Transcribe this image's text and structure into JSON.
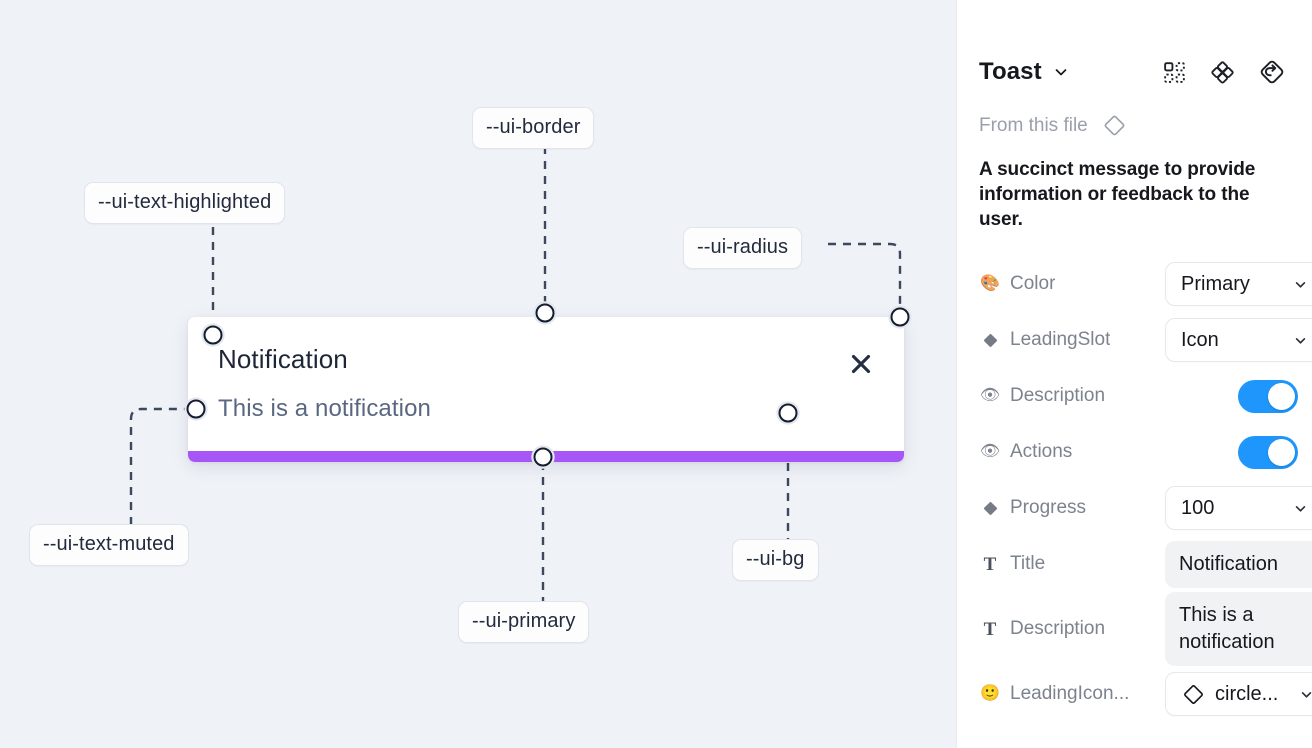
{
  "canvas": {
    "background_color": "#eff2f7",
    "tokens": [
      {
        "name": "ui-text-highlighted",
        "label": "--ui-text-highlighted"
      },
      {
        "name": "ui-border",
        "label": "--ui-border"
      },
      {
        "name": "ui-radius",
        "label": "--ui-radius"
      },
      {
        "name": "ui-text-muted",
        "label": "--ui-text-muted"
      },
      {
        "name": "ui-primary",
        "label": "--ui-primary"
      },
      {
        "name": "ui-bg",
        "label": "--ui-bg"
      }
    ],
    "toast": {
      "title": "Notification",
      "description": "This is a notification",
      "close_icon": "close-icon",
      "progress_color": "#a855f7",
      "background_color": "#ffffff"
    }
  },
  "panel": {
    "title": "Toast",
    "title_chevron_icon": "chevron-down-icon",
    "header_icons": [
      {
        "name": "component-grid-icon"
      },
      {
        "name": "variants-diamond-icon"
      },
      {
        "name": "reset-rotate-icon"
      }
    ],
    "source_label": "From this file",
    "source_icon": "diamond-icon",
    "description": "A succinct message to provide information or feedback to the user.",
    "properties": [
      {
        "name": "color",
        "icon": "palette-emoji",
        "glyph": "🎨",
        "label": "Color",
        "control": "select",
        "value": "Primary"
      },
      {
        "name": "leading-slot",
        "icon": "diamond-icon",
        "glyph": "◆",
        "label": "LeadingSlot",
        "control": "select",
        "value": "Icon"
      },
      {
        "name": "description",
        "icon": "eye-emoji",
        "glyph": "👁",
        "label": "Description",
        "control": "toggle",
        "value": "on"
      },
      {
        "name": "actions",
        "icon": "eye-emoji",
        "glyph": "👁",
        "label": "Actions",
        "control": "toggle",
        "value": "on"
      },
      {
        "name": "progress",
        "icon": "diamond-icon",
        "glyph": "◆",
        "label": "Progress",
        "control": "select",
        "value": "100"
      },
      {
        "name": "title",
        "icon": "text-icon",
        "glyph": "T",
        "label": "Title",
        "control": "textfield",
        "value": "Notification"
      },
      {
        "name": "description-text",
        "icon": "text-icon",
        "glyph": "T",
        "label": "Description",
        "control": "textfield",
        "value": "This is a notification"
      },
      {
        "name": "leading-icon",
        "icon": "smiley-emoji",
        "glyph": "🙂",
        "label": "LeadingIcon...",
        "control": "select-icon",
        "value": "circle..."
      }
    ],
    "toggle_on_color": "#1e96fc"
  }
}
